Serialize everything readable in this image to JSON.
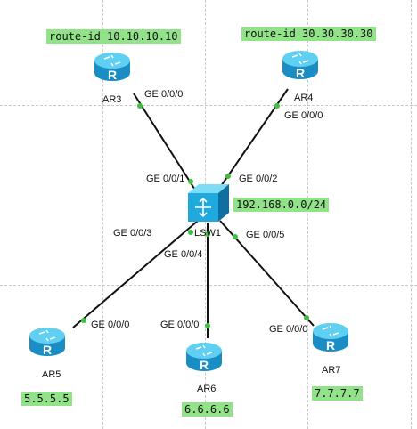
{
  "topology": {
    "switch": {
      "name": "LSW1",
      "subnet": "192.168.0.0/24"
    },
    "routers": [
      {
        "name": "AR3",
        "note": "route-id 10.10.10.10",
        "port": "GE 0/0/0",
        "switch_port": "GE 0/0/1"
      },
      {
        "name": "AR4",
        "note": "route-id 30.30.30.30",
        "port": "GE 0/0/0",
        "switch_port": "GE 0/0/2"
      },
      {
        "name": "AR5",
        "note": "5.5.5.5",
        "port": "GE 0/0/0",
        "switch_port": "GE 0/0/3"
      },
      {
        "name": "AR6",
        "note": "6.6.6.6",
        "port": "GE 0/0/0",
        "switch_port": "GE 0/0/4"
      },
      {
        "name": "AR7",
        "note": "7.7.7.7",
        "port": "GE 0/0/0",
        "switch_port": "GE 0/0/5"
      }
    ]
  },
  "colors": {
    "note_bg": "#92e28a",
    "link": "#111111",
    "port_dot": "#3fbf3f",
    "device_blue": "#1fa9dd"
  },
  "icons": {
    "router": "router-icon",
    "switch": "switch-icon"
  }
}
